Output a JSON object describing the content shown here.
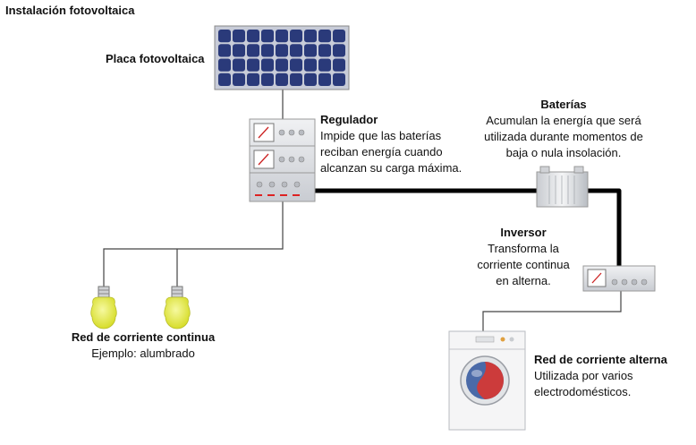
{
  "title": "Instalación fotovoltaica",
  "panel": {
    "label": "Placa fotovoltaica"
  },
  "regulator": {
    "title": "Regulador",
    "desc": [
      "Impide que las baterías",
      "reciban energía cuando",
      "alcanzan su carga máxima."
    ]
  },
  "batteries": {
    "title": "Baterías",
    "desc": [
      "Acumulan la energía que será",
      "utilizada durante momentos de",
      "baja o nula insolación."
    ]
  },
  "inverter": {
    "title": "Inversor",
    "desc": [
      "Transforma la",
      "corriente continua",
      "en alterna."
    ]
  },
  "dc_network": {
    "title": "Red de corriente continua",
    "desc": "Ejemplo: alumbrado"
  },
  "ac_network": {
    "title": "Red de corriente alterna",
    "desc": [
      "Utilizada por varios",
      "electrodomésticos."
    ]
  },
  "colors": {
    "panel_cell": "#2a3a7a",
    "bulb": "#e6ec4a",
    "device": "#e4e6ea",
    "meter_needle": "#cc2222",
    "led_red": "#dd2222",
    "drum_blue": "#4a6aa8",
    "drum_red": "#cc3b3b",
    "cable": "#000000"
  }
}
